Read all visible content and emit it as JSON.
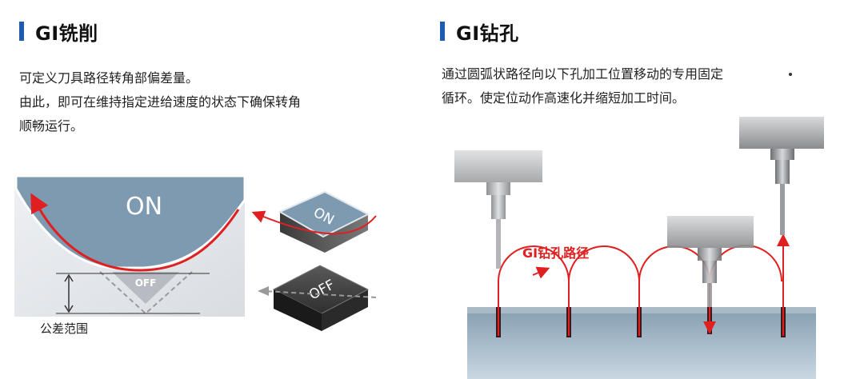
{
  "milling": {
    "title": "GI铣削",
    "description": [
      "可定义刀具路径转角部偏差量。",
      "由此，即可在维持指定进给速度的状态下确保转角",
      "顺畅运行。"
    ],
    "label_on": "ON",
    "label_off": "OFF",
    "key_on": "ON",
    "key_off": "OFF",
    "tolerance_label": "公差范围"
  },
  "drilling": {
    "title": "GI钻孔",
    "description": [
      "通过圆弧状路径向以下孔加工位置移动的专用固定",
      "循环。使定位动作高速化并缩短加工时间。"
    ],
    "path_label": "GI钻孔路径"
  },
  "colors": {
    "accent_blue": "#1e5cb3",
    "path_red": "#e02020",
    "workpiece_blue": "#7d9ab0"
  }
}
